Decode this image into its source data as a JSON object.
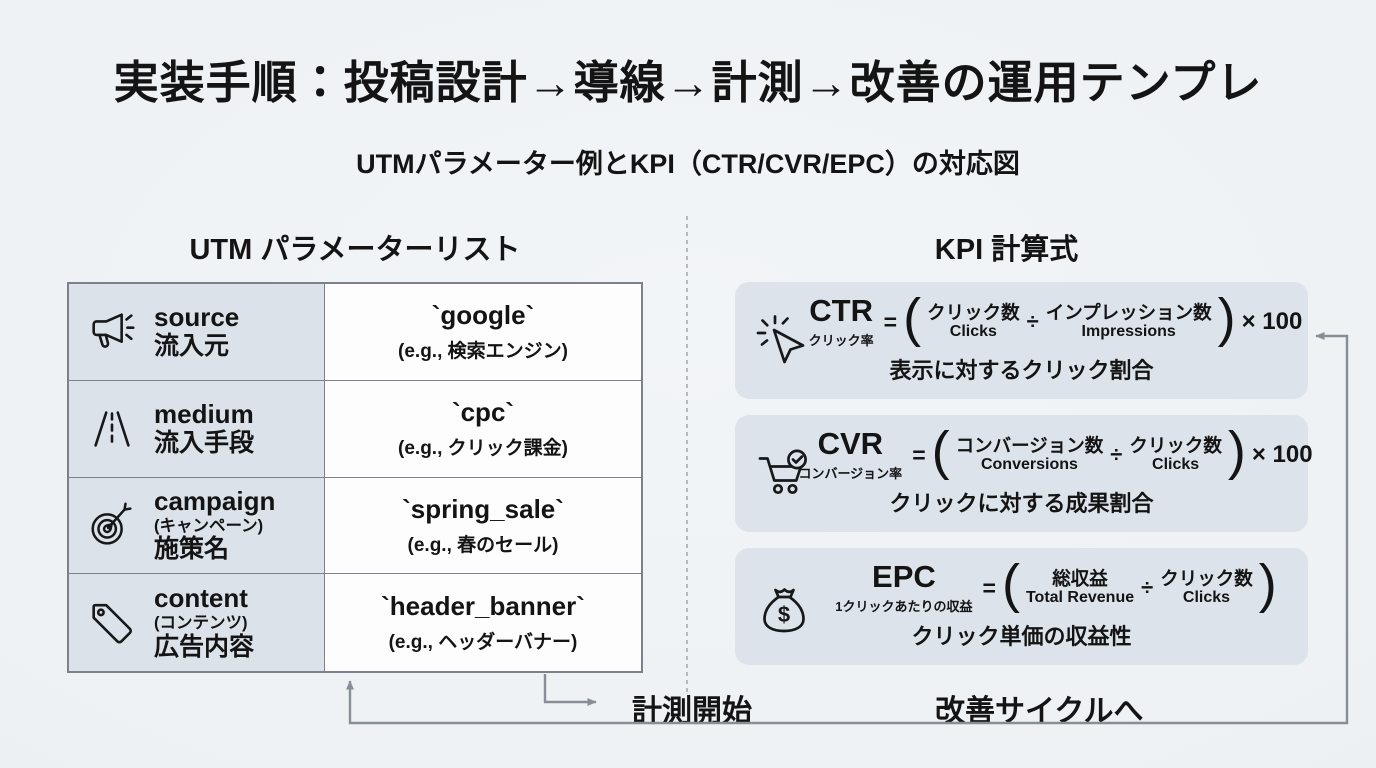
{
  "page": {
    "title": "実装手順：投稿設計→導線→計測→改善の運用テンプレ",
    "subtitle": "UTMパラメーター例とKPI（CTR/CVR/EPC）の対応図"
  },
  "utm_section": {
    "heading": "UTM パラメーターリスト",
    "rows": [
      {
        "icon": "megaphone-icon",
        "param": "source",
        "param_note": "",
        "param_ja": "流入元",
        "value": "`google`",
        "example": "(e.g., 検索エンジン)"
      },
      {
        "icon": "road-icon",
        "param": "medium",
        "param_note": "",
        "param_ja": "流入手段",
        "value": "`cpc`",
        "example": "(e.g., クリック課金)"
      },
      {
        "icon": "target-icon",
        "param": "campaign",
        "param_note": "(キャンペーン)",
        "param_ja": "施策名",
        "value": "`spring_sale`",
        "example": "(e.g., 春のセール)"
      },
      {
        "icon": "tag-icon",
        "param": "content",
        "param_note": "(コンテンツ)",
        "param_ja": "広告内容",
        "value": "`header_banner`",
        "example": "(e.g., ヘッダーバナー)"
      }
    ]
  },
  "kpi_section": {
    "heading": "KPI 計算式",
    "formula_symbols": {
      "equals": "=",
      "open": "(",
      "close": ")",
      "divide": "÷"
    },
    "items": [
      {
        "icon": "click-cursor-icon",
        "abbr": "CTR",
        "abbr_ja": "クリック率",
        "num_ja": "クリック数",
        "num_en": "Clicks",
        "den_ja": "インプレッション数",
        "den_en": "Impressions",
        "multiplier": "× 100",
        "caption": "表示に対するクリック割合"
      },
      {
        "icon": "cart-check-icon",
        "abbr": "CVR",
        "abbr_ja": "コンバージョン率",
        "num_ja": "コンバージョン数",
        "num_en": "Conversions",
        "den_ja": "クリック数",
        "den_en": "Clicks",
        "multiplier": "× 100",
        "caption": "クリックに対する成果割合"
      },
      {
        "icon": "money-bag-icon",
        "abbr": "EPC",
        "abbr_ja": "1クリックあたりの収益",
        "num_ja": "総収益",
        "num_en": "Total Revenue",
        "den_ja": "クリック数",
        "den_en": "Clicks",
        "multiplier": "",
        "caption": "クリック単価の収益性"
      }
    ]
  },
  "flow": {
    "measure_start": "計測開始",
    "improve_cycle": "改善サイクルへ"
  },
  "colors": {
    "page_bg": "#edf1f4",
    "table_header_cell_bg": "#dbe2ea",
    "table_value_cell_bg": "#fdfdfe",
    "kpi_box_bg": "#dce3eb",
    "border": "#7b828c",
    "arrow": "#878e98",
    "text": "#141414"
  }
}
